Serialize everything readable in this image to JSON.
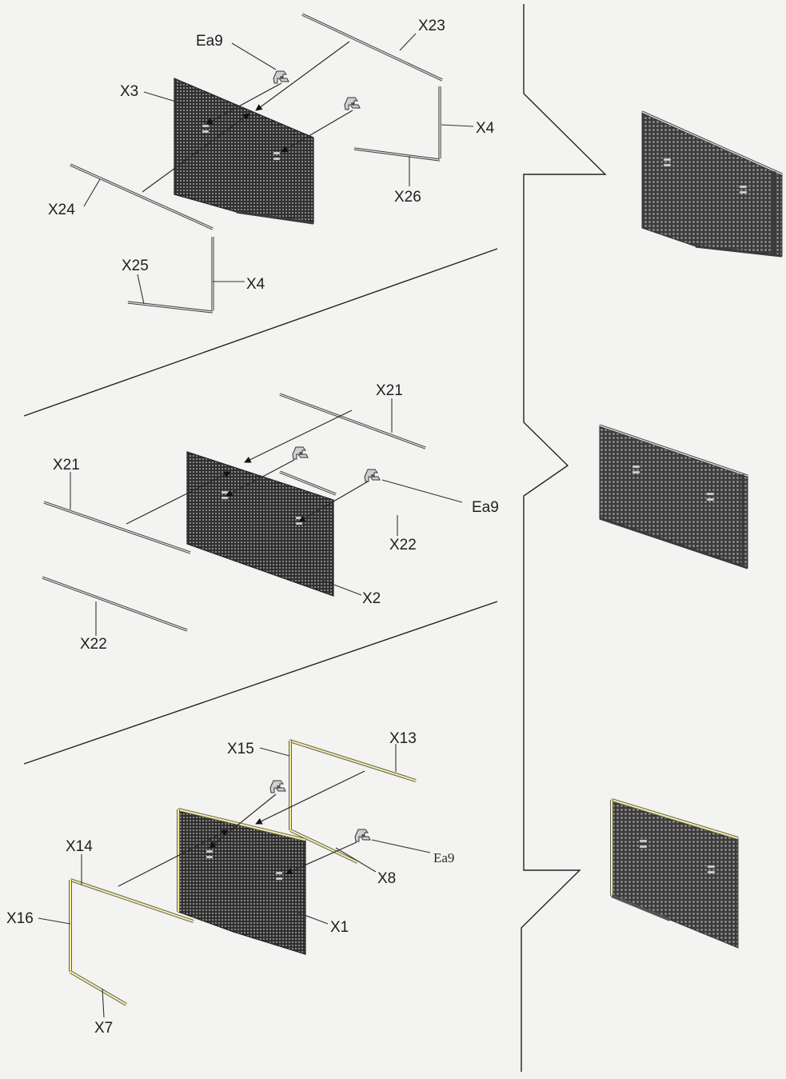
{
  "labels": {
    "step1": {
      "ea9": "Ea9",
      "x23": "X23",
      "x3": "X3",
      "x4_top": "X4",
      "x26": "X26",
      "x24": "X24",
      "x25": "X25",
      "x4_bottom": "X4"
    },
    "step2": {
      "x21_top": "X21",
      "x21_left": "X21",
      "ea9": "Ea9",
      "x22_right": "X22",
      "x2": "X2",
      "x22_left": "X22"
    },
    "step3": {
      "x15": "X15",
      "x13": "X13",
      "ea9": "Ea9",
      "x8": "X8",
      "x14": "X14",
      "x16": "X16",
      "x1": "X1",
      "x7": "X7"
    }
  },
  "colors": {
    "background": "#f3f3f1",
    "mesh_dark": "#3a3a3a",
    "brass_rail": "#f0ea9c",
    "line": "#222222"
  }
}
